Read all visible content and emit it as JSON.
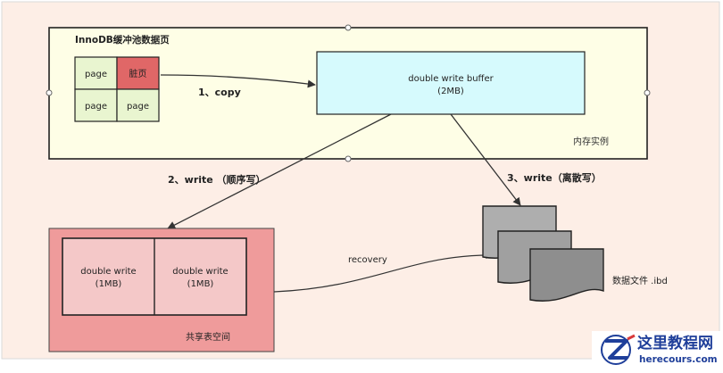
{
  "colors": {
    "background": "#fdeee6",
    "memory_box": "#fefee6",
    "page_cell": "#e9f5d0",
    "dirty_page": "#e06767",
    "dwb_box": "#d6fafd",
    "shared_outer": "#ef9b9b",
    "shared_inner": "#f4c8c8",
    "data_file_back": "#aeaeae",
    "data_file_mid": "#a0a0a0",
    "data_file_front": "#8e8e8e"
  },
  "memory": {
    "title": "InnoDB缓冲池数据页",
    "instance_label": "内存实例",
    "pages": [
      "page",
      "脏页",
      "page",
      "page"
    ]
  },
  "double_write_buffer": {
    "line1": "double write buffer",
    "line2": "(2MB)"
  },
  "arrows": {
    "copy": "1、copy",
    "write_seq": "2、write （顺序写）",
    "write_rand": "3、write（离散写）",
    "recovery": "recovery"
  },
  "shared_tablespace": {
    "label": "共享表空间",
    "blocks": [
      {
        "line1": "double write",
        "line2": "(1MB)"
      },
      {
        "line1": "double write",
        "line2": "(1MB)"
      }
    ]
  },
  "data_files": {
    "label": "数据文件 .ibd",
    "icon": "document-stack-icon"
  },
  "watermark": {
    "title": "这里教程网",
    "url": "herecours.com",
    "icon": "z-logo-icon",
    "brand_color": "#1f3f9a"
  }
}
